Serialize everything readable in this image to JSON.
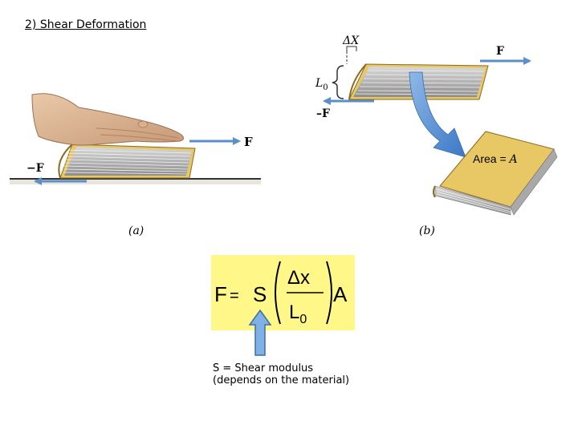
{
  "title": "2) Shear Deformation",
  "panel_a": {
    "label": "(a)",
    "force_right": "F",
    "force_left": "−F"
  },
  "panel_b": {
    "label": "(b)",
    "force_right": "F",
    "force_left": "–F",
    "delta_x": "ΔX",
    "length": "L",
    "length_sub": "0",
    "area_label": "Area = ",
    "area_symbol": "A"
  },
  "formula": {
    "lhs": "F",
    "eq": "=",
    "modulus": "S",
    "numerator": "Δx",
    "denominator": "L",
    "denominator_sub": "0",
    "factor": "A"
  },
  "note": {
    "line1": "S = Shear modulus",
    "line2": "(depends on the material)"
  },
  "colors": {
    "arrow_blue": "#5b8fc8",
    "book_cover": "#e8c765",
    "formula_bg": "#fff889"
  }
}
